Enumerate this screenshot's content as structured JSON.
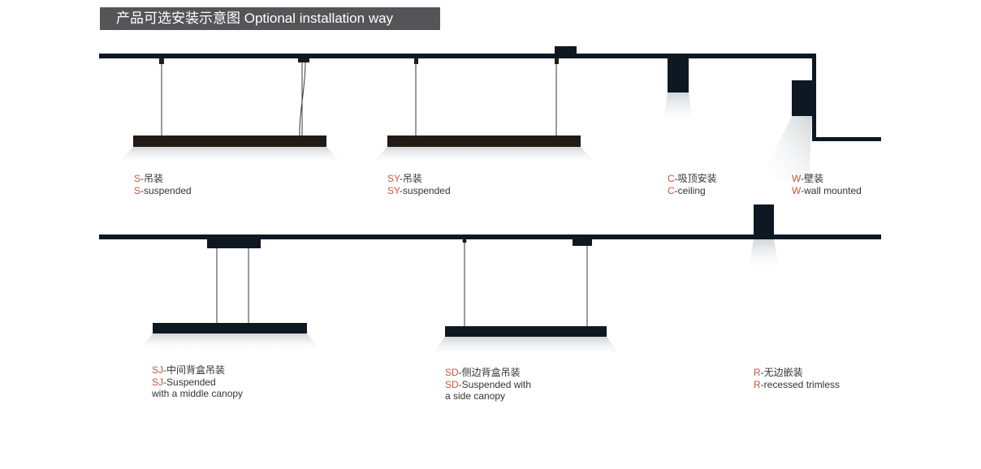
{
  "title": "产品可选安装示意图 Optional installation way",
  "colors": {
    "code": "#c8573a",
    "text": "#333333",
    "fixture": "#211a16",
    "structure": "#0d1822",
    "title_bg": "#555558"
  },
  "methods": [
    {
      "id": "S",
      "code": "S",
      "cn": "-吊装",
      "en": "-suspended",
      "en2": ""
    },
    {
      "id": "SY",
      "code": "SY",
      "cn": "-吊装",
      "en": "-suspended",
      "en2": ""
    },
    {
      "id": "C",
      "code": "C",
      "cn": "-吸顶安装",
      "en": "-ceiling",
      "en2": ""
    },
    {
      "id": "W",
      "code": "W",
      "cn": "-壁装",
      "en": "-wall mounted",
      "en2": ""
    },
    {
      "id": "SJ",
      "code": "SJ",
      "cn": "-中间背盒吊装",
      "en": "-Suspended",
      "en2": "with a middle canopy"
    },
    {
      "id": "SD",
      "code": "SD",
      "cn": "-侧边背盒吊装",
      "en": "-Suspended with",
      "en2": "a side canopy"
    },
    {
      "id": "R",
      "code": "R",
      "cn": "-无边嵌装",
      "en": "-recessed trimless",
      "en2": ""
    }
  ]
}
